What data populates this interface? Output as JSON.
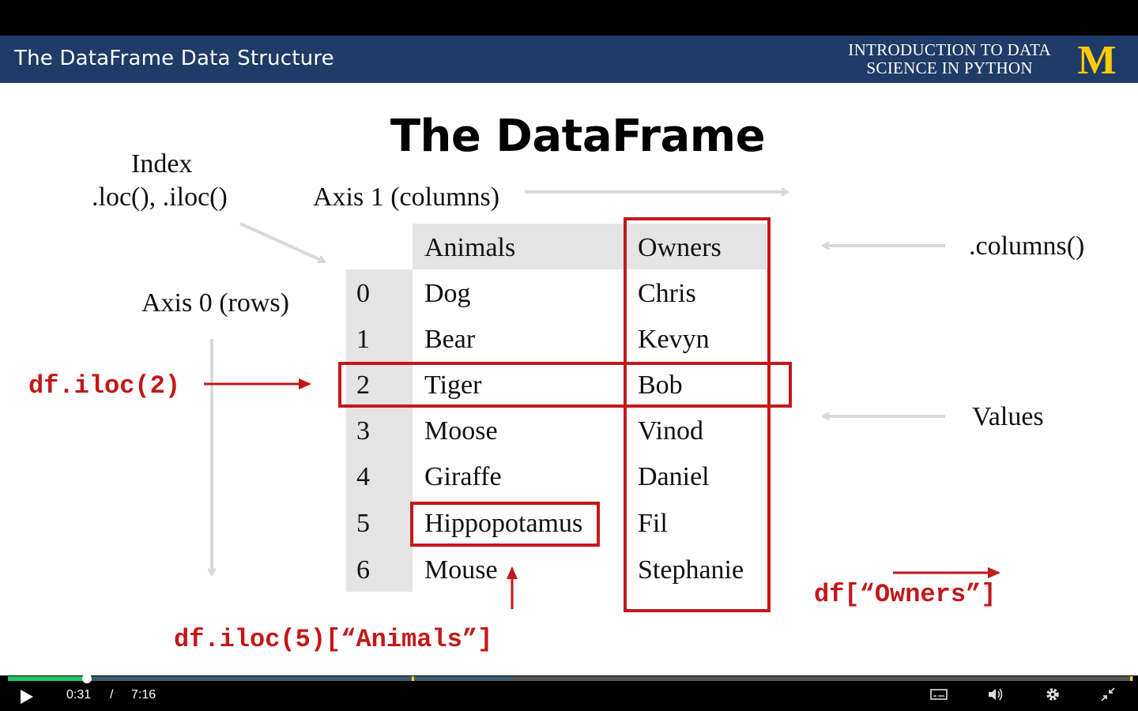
{
  "banner": {
    "title": "The DataFrame Data Structure",
    "course_line1": "INTRODUCTION TO DATA",
    "course_line2": "SCIENCE  IN PYTHON",
    "logo_letter": "M"
  },
  "slide": {
    "title": "The DataFrame",
    "index_label": "Index",
    "index_methods": ".loc(), .iloc()",
    "axis1_label": "Axis 1 (columns)",
    "axis0_label": "Axis 0 (rows)",
    "columns_label": ".columns()",
    "values_label": "Values",
    "code_iloc2": "df.iloc(2)",
    "code_iloc5": "df.iloc(5)[“Animals”]",
    "code_owners": "df[“Owners”]",
    "table": {
      "headers": [
        "Animals",
        "Owners"
      ],
      "rows": [
        {
          "index": "0",
          "animal": "Dog",
          "owner": "Chris"
        },
        {
          "index": "1",
          "animal": "Bear",
          "owner": "Kevyn"
        },
        {
          "index": "2",
          "animal": "Tiger",
          "owner": "Bob"
        },
        {
          "index": "3",
          "animal": "Moose",
          "owner": "Vinod"
        },
        {
          "index": "4",
          "animal": "Giraffe",
          "owner": "Daniel"
        },
        {
          "index": "5",
          "animal": "Hippopotamus",
          "owner": "Fil"
        },
        {
          "index": "6",
          "animal": "Mouse",
          "owner": "Stephanie"
        }
      ]
    }
  },
  "player": {
    "current_time": "0:31",
    "separator": "/",
    "duration": "7:16",
    "played_fraction": 0.07,
    "buffered_fraction": 0.45,
    "icons": [
      "play-icon",
      "captions-icon",
      "volume-icon",
      "settings-icon",
      "exit-fullscreen-icon"
    ]
  },
  "colors": {
    "banner": "#1f3b67",
    "accent_red": "#c41718",
    "michigan_maize": "#ffcb05",
    "progress_played": "#1fc567"
  }
}
